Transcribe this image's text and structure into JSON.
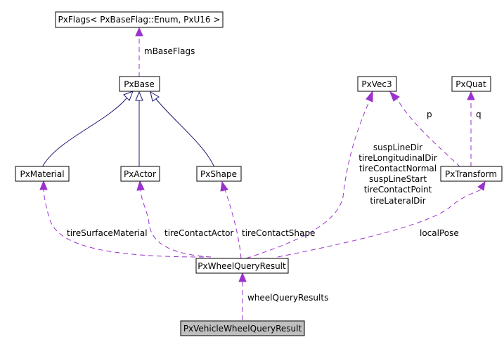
{
  "diagram": {
    "nodes": {
      "pxflags": "PxFlags< PxBaseFlag::Enum, PxU16 >",
      "pxbase": "PxBase",
      "pxvec3": "PxVec3",
      "pxquat": "PxQuat",
      "pxmaterial": "PxMaterial",
      "pxactor": "PxActor",
      "pxshape": "PxShape",
      "pxtransform": "PxTransform",
      "pxwheelqueryresult": "PxWheelQueryResult",
      "pxvehiclewheelqueryresult": "PxVehicleWheelQueryResult"
    },
    "edge_labels": {
      "mbaseflags": "mBaseFlags",
      "p": "p",
      "q": "q",
      "vec3_members": [
        "suspLineDir",
        "tireLongitudinalDir",
        "tireContactNormal",
        "suspLineStart",
        "tireContactPoint",
        "tireLateralDir"
      ],
      "tiresurfacematerial": "tireSurfaceMaterial",
      "tirecontactactor": "tireContactActor",
      "tirecontactshape": "tireContactShape",
      "localpose": "localPose",
      "wheelqueryresults": "wheelQueryResults"
    },
    "colors": {
      "inheritance_edge": "#191970",
      "member_edge": "#9a32cd",
      "highlight_fill": "#bfbfbf"
    }
  }
}
